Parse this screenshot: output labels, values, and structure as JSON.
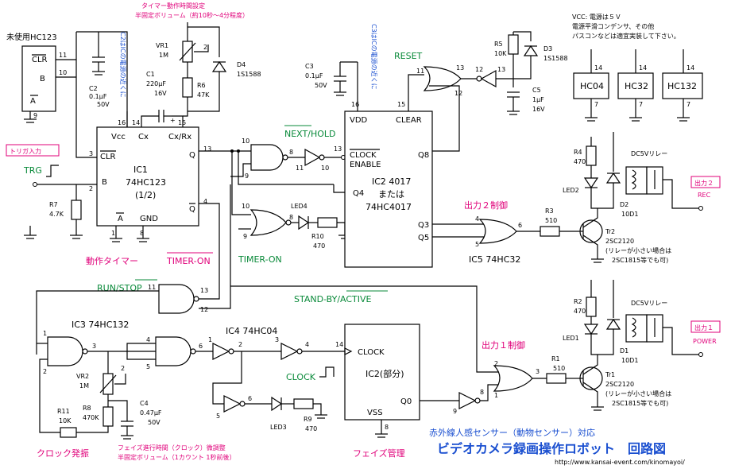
{
  "colors": {
    "text": "#000000",
    "green": "#0a8a3a",
    "magenta": "#e0007a",
    "blue": "#1a4fd0"
  },
  "notes": {
    "timer_setting": "タイマー動作時間設定",
    "timer_pot": "半固定ボリューム（約10秒～4分程度）",
    "unused_hc123": "未使用HC123",
    "vcc_note1": "VCC: 電源は５Ｖ",
    "vcc_note2": "電源平滑コンデンサ、その他",
    "vcc_note3": "パスコンなどは適宜実装して下さい。",
    "c2_note": "C2はICの電源の近くに",
    "c3_note": "C3はICの電源の近くに",
    "phase_adjust": "フェイズ進行時間（クロック）微調整",
    "phase_pot": "半固定ボリューム（1カウント 1秒前後）",
    "relay_small1": "(リレーが小さい場合は",
    "relay_small2": "2SC1815等でも可)"
  },
  "sections": {
    "action_timer": "動作タイマー",
    "clock_osc": "クロック発振",
    "phase_mgmt": "フェイズ管理",
    "out2_ctrl": "出力２制御",
    "out1_ctrl": "出力１制御"
  },
  "signals": {
    "trigger_in": "トリガ入力",
    "trg": "TRG",
    "reset": "RESET",
    "next_hold": "NEXT/HOLD",
    "timer_on_bar": "TIMER-ON",
    "timer_on": "TIMER-ON",
    "run_stop": "RUN/STOP",
    "standby_active": "STAND-BY/ACTIVE",
    "clock": "CLOCK"
  },
  "chips": {
    "ic1": {
      "name": "IC1",
      "part": "74HC123",
      "sub": "(1/2)",
      "vcc": "Vcc",
      "cx": "Cx",
      "cxrx": "Cx/Rx",
      "clr": "CLR",
      "b": "B",
      "a": "A",
      "gnd": "GND",
      "q": "Q",
      "qbar": "Q"
    },
    "ic2": {
      "name": "IC2 4017",
      "alt1": "または",
      "alt2": "74HC4017",
      "vdd": "VDD",
      "clear": "CLEAR",
      "clock_enable1": "CLOCK",
      "clock_enable2": "ENABLE",
      "q8": "Q8",
      "q4": "Q4",
      "q3": "Q3",
      "q5": "Q5"
    },
    "ic2b": {
      "name": "IC2(部分)",
      "clock": "CLOCK",
      "q0": "Q0",
      "vss": "VSS"
    },
    "ic3": "IC3 74HC132",
    "ic4": "IC4 74HC04",
    "ic5": "IC5 74HC32",
    "unused": {
      "clr": "CLR",
      "b": "B",
      "a": "A"
    },
    "hc04": "HC04",
    "hc32": "HC32",
    "hc132": "HC132"
  },
  "components": {
    "vr1": "VR1",
    "vr1v": "1M",
    "c1": "C1",
    "c1v": "220μF",
    "c1v2": "16V",
    "r6": "R6",
    "r6v": "47K",
    "d4": "D4",
    "d4v": "1S1588",
    "c2": "C2",
    "c2v": "0.1μF",
    "c2v2": "50V",
    "r7": "R7",
    "r7v": "4.7K",
    "c3": "C3",
    "c3v": "0.1μF",
    "c3v2": "50V",
    "r5": "R5",
    "r5v": "10K",
    "d3": "D3",
    "d3v": "1S1588",
    "c5": "C5",
    "c5v": "1μF",
    "c5v2": "16V",
    "led4": "LED4",
    "r10": "R10",
    "r10v": "470",
    "vr2": "VR2",
    "vr2v": "1M",
    "r8": "R8",
    "r8v": "470K",
    "c4": "C4",
    "c4v": "0.47μF",
    "c4v2": "50V",
    "r11": "R11",
    "r11v": "10K",
    "led3": "LED3",
    "r9": "R9",
    "r9v": "470",
    "r3": "R3",
    "r3v": "510",
    "r1": "R1",
    "r1v": "510",
    "r4": "R4",
    "r4v": "470",
    "led2": "LED2",
    "d2": "D2",
    "d2v": "10D1",
    "tr2": "Tr2",
    "tr2v": "2SC2120",
    "r2": "R2",
    "r2v": "470",
    "led1": "LED1",
    "d1": "D1",
    "d1v": "10D1",
    "tr1": "Tr1",
    "tr1v": "2SC2120",
    "relay": "DC5Vリレー"
  },
  "outputs": {
    "out2": "出力２",
    "out2_sub": "REC",
    "out1": "出力１",
    "out1_sub": "POWER"
  },
  "pins": {
    "p11": "11",
    "p10": "10",
    "p9": "9",
    "p3": "3",
    "p2": "2",
    "p1": "1",
    "p16": "16",
    "p14": "14",
    "p15": "15",
    "p13": "13",
    "p4": "4",
    "p8": "8",
    "p7": "7",
    "p12": "12",
    "p6": "6",
    "p5": "5"
  },
  "title": {
    "subtitle": "赤外線人感センサー（動物センサー）対応",
    "main": "ビデオカメラ録画操作ロボット　回路図",
    "url": "http://www.kansai-event.com/kinomayoi/"
  }
}
